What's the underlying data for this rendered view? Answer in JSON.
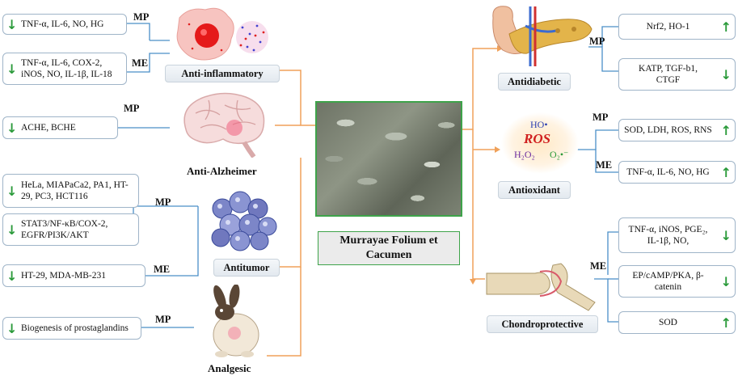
{
  "center": {
    "title": "Murrayae Folium et Cacumen"
  },
  "categories": {
    "anti_inflammatory": "Anti-inflammatory",
    "anti_alzheimer": "Anti-Alzheimer",
    "antitumor": "Antitumor",
    "analgesic": "Analgesic",
    "antidiabetic": "Antidiabetic",
    "antioxidant": "Antioxidant",
    "chondroprotective": "Chondroprotective"
  },
  "tags": {
    "mp": "MP",
    "me": "ME"
  },
  "left_boxes": [
    {
      "text": "TNF-α, IL-6,  NO, HG",
      "arrow": "↓"
    },
    {
      "text": "TNF-α, IL-6, COX-2, iNOS, NO, IL-1β, IL-18",
      "arrow": "↓"
    },
    {
      "text": "ACHE, BCHE",
      "arrow": "↓"
    },
    {
      "text": "HeLa, MIAPaCa2,  PA1, HT-29, PC3, HCT116",
      "arrow": "↓"
    },
    {
      "text": "STAT3/NF-κB/COX-2, EGFR/PI3K/AKT",
      "arrow": "↓"
    },
    {
      "text": "HT-29,  MDA-MB-231",
      "arrow": "↓"
    },
    {
      "text": "Biogenesis  of  prostaglandins",
      "arrow": "↓"
    }
  ],
  "right_boxes": [
    {
      "text": "Nrf2, HO-1",
      "arrow": "↑"
    },
    {
      "text": "KATP, TGF-b1, CTGF",
      "arrow": "↓"
    },
    {
      "text": "SOD, LDH, ROS, RNS",
      "arrow": "↑"
    },
    {
      "text": "TNF-α, IL-6,  NO, HG",
      "arrow": "↑"
    },
    {
      "text": "TNF-α, iNOS, PGE₂, IL-1β,  NO,",
      "arrow": "↓"
    },
    {
      "text": "EP/cAMP/PKA, β-catenin",
      "arrow": "↓"
    },
    {
      "text": "SOD",
      "arrow": "↑"
    }
  ],
  "ros": {
    "ho": "HO•",
    "ros": "ROS",
    "h2o2": "H₂O₂",
    "o2": "O₂•⁻"
  },
  "colors": {
    "line_orange": "#f0a15a",
    "line_blue": "#4a8fc8",
    "arrow_green": "#2a9a3a",
    "border_green": "#3ea34a"
  }
}
